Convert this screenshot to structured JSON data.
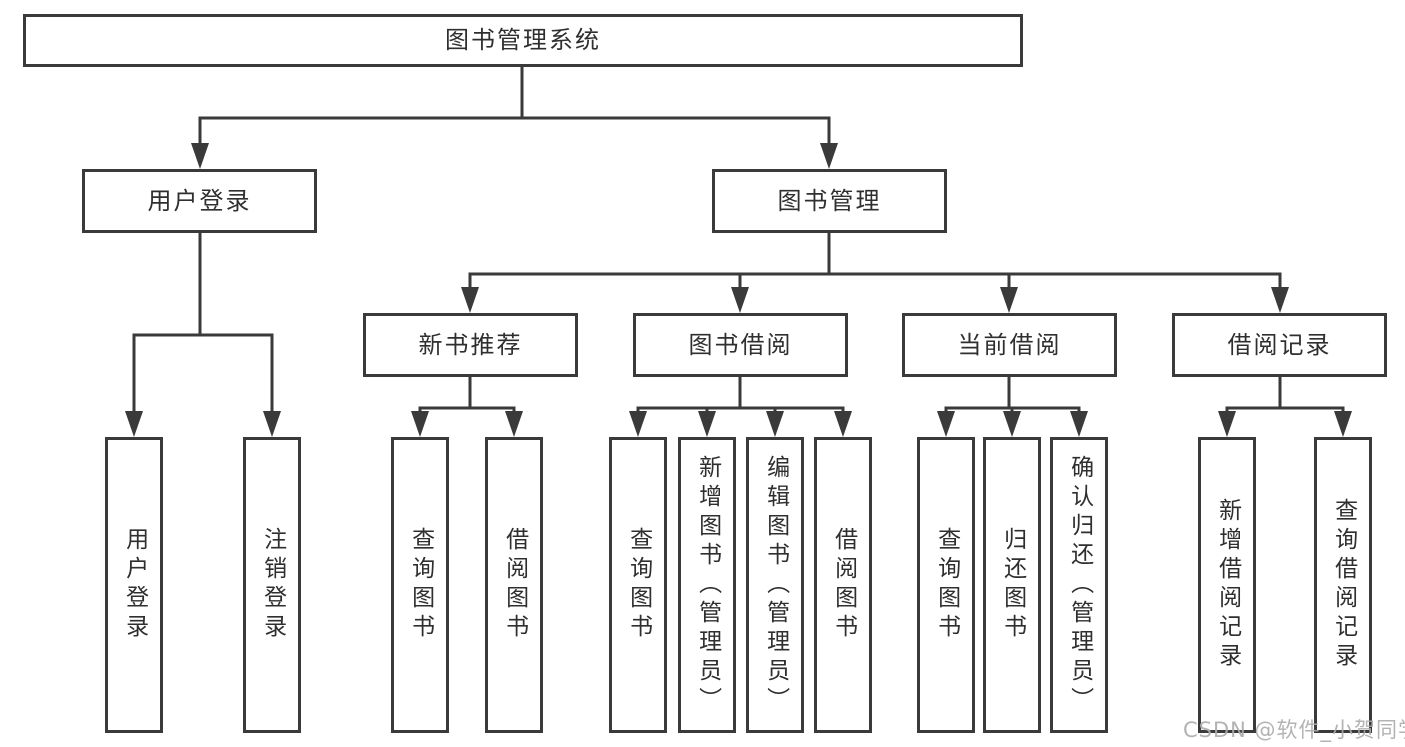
{
  "diagram": {
    "type": "tree",
    "tree": {
      "label": "图书管理系统",
      "children": [
        {
          "label": "用户登录",
          "children": [
            {
              "label": "用户登录"
            },
            {
              "label": "注销登录"
            }
          ]
        },
        {
          "label": "图书管理",
          "children": [
            {
              "label": "新书推荐",
              "children": [
                {
                  "label": "查询图书"
                },
                {
                  "label": "借阅图书"
                }
              ]
            },
            {
              "label": "图书借阅",
              "children": [
                {
                  "label": "查询图书"
                },
                {
                  "label": "新增图书（管理员）"
                },
                {
                  "label": "编辑图书（管理员）"
                },
                {
                  "label": "借阅图书"
                }
              ]
            },
            {
              "label": "当前借阅",
              "children": [
                {
                  "label": "查询图书"
                },
                {
                  "label": "归还图书"
                },
                {
                  "label": "确认归还（管理员）"
                }
              ]
            },
            {
              "label": "借阅记录",
              "children": [
                {
                  "label": "新增借阅记录"
                },
                {
                  "label": "查询借阅记录"
                }
              ]
            }
          ]
        }
      ]
    },
    "colors": {
      "line": "#3a3a3a",
      "text": "#2f2f2f",
      "box_background": "#ffffff",
      "watermark": "#acacac"
    }
  },
  "watermark": {
    "text": "CSDN @软件_小贺同学"
  }
}
